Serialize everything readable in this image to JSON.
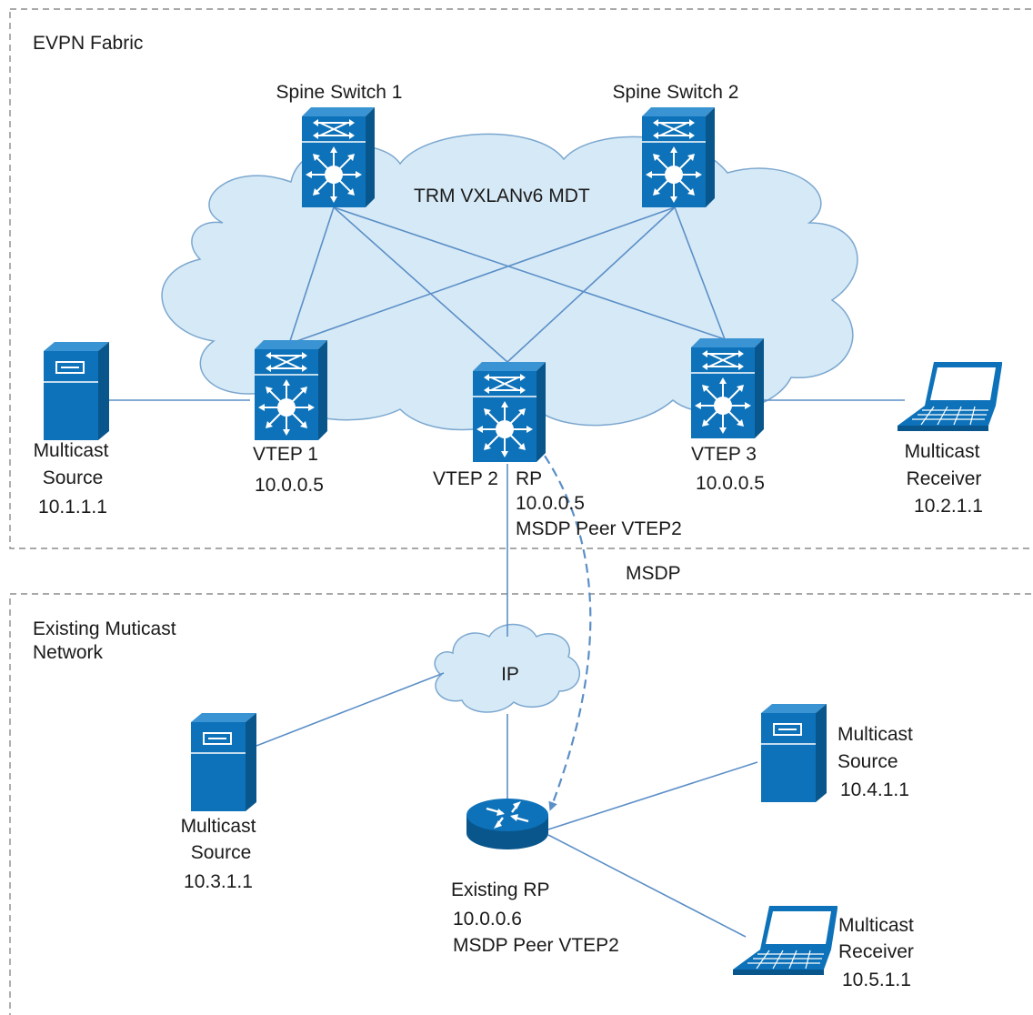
{
  "regions": {
    "evpn_fabric": "EVPN Fabric",
    "existing_network": [
      "Existing Muticast",
      "Network"
    ]
  },
  "clouds": {
    "trm": "TRM VXLANv6 MDT",
    "ip": "IP"
  },
  "spines": [
    {
      "name": "Spine Switch 1"
    },
    {
      "name": "Spine Switch 2"
    }
  ],
  "vteps": [
    {
      "name": "VTEP 1",
      "ip": "10.0.0.5"
    },
    {
      "name": "VTEP 2"
    },
    {
      "name": "VTEP 3",
      "ip": "10.0.0.5"
    }
  ],
  "rp": [
    "RP",
    "10.0.0.5",
    "MSDP Peer VTEP2"
  ],
  "msdp_label": "MSDP",
  "existing_rp": [
    "Existing RP",
    "10.0.0.6",
    "MSDP Peer VTEP2"
  ],
  "hosts": {
    "source1": [
      "Multicast",
      "Source",
      "10.1.1.1"
    ],
    "receiver2": [
      "Multicast",
      "Receiver",
      "10.2.1.1"
    ],
    "source3": [
      "Multicast",
      "Source",
      "10.3.1.1"
    ],
    "source4": [
      "Multicast",
      "Source",
      "10.4.1.1"
    ],
    "receiver5": [
      "Multicast",
      "Receiver",
      "10.5.1.1"
    ]
  },
  "colors": {
    "device_blue": "#0d72b9",
    "device_dark": "#09568c",
    "device_light": "#3a93d2",
    "link_blue": "#5b8fc7",
    "cloud_fill": "#d6e9f6",
    "cloud_stroke": "#7ba7cf"
  }
}
